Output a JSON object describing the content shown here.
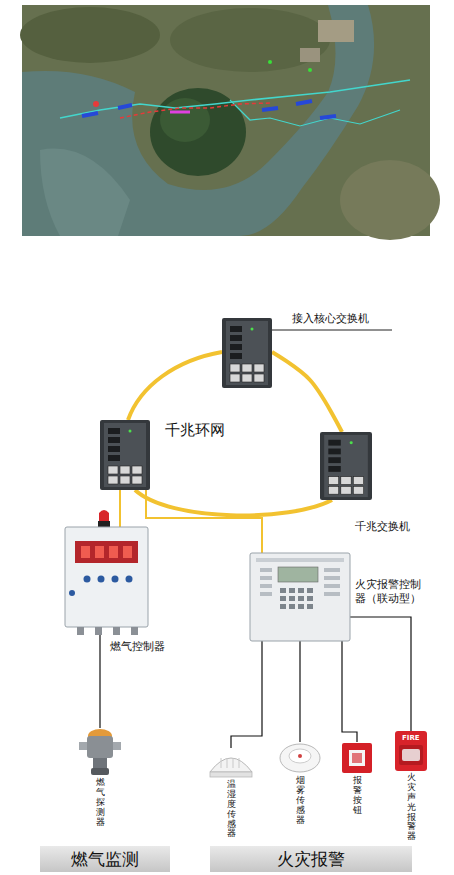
{
  "diagram": {
    "nodes": [
      {
        "text": [
          "接入核心交换机"
        ]
      },
      {
        "text": [
          "千兆交换机"
        ]
      },
      {
        "text": [
          "燃气控制器"
        ]
      },
      {
        "text": [
          "火灾报警控制器（联动型）"
        ]
      },
      {
        "text": [
          "燃气探测器"
        ]
      },
      {
        "text": [
          "温湿度传感器"
        ]
      },
      {
        "text": [
          "烟雾传感器"
        ]
      },
      {
        "text": [
          "报警按钮"
        ]
      },
      {
        "text": [
          "火灾声光报警器"
        ]
      },
      {
        "text": [
          "燃气监测"
        ]
      },
      {
        "text": [
          "火灾报警"
        ]
      }
    ],
    "edges": [
      {
        "from": 0,
        "to": 1,
        "arrow": "none"
      },
      {
        "from": 2,
        "to": 4,
        "arrow": "none"
      },
      {
        "from": 3,
        "to": 5,
        "arrow": "none"
      },
      {
        "from": 3,
        "to": 6,
        "arrow": "none"
      },
      {
        "from": 3,
        "to": 7,
        "arrow": "none"
      },
      {
        "from": 3,
        "to": 8,
        "arrow": "none"
      }
    ],
    "labels": [
      "千兆环网",
      "FIRE"
    ]
  }
}
